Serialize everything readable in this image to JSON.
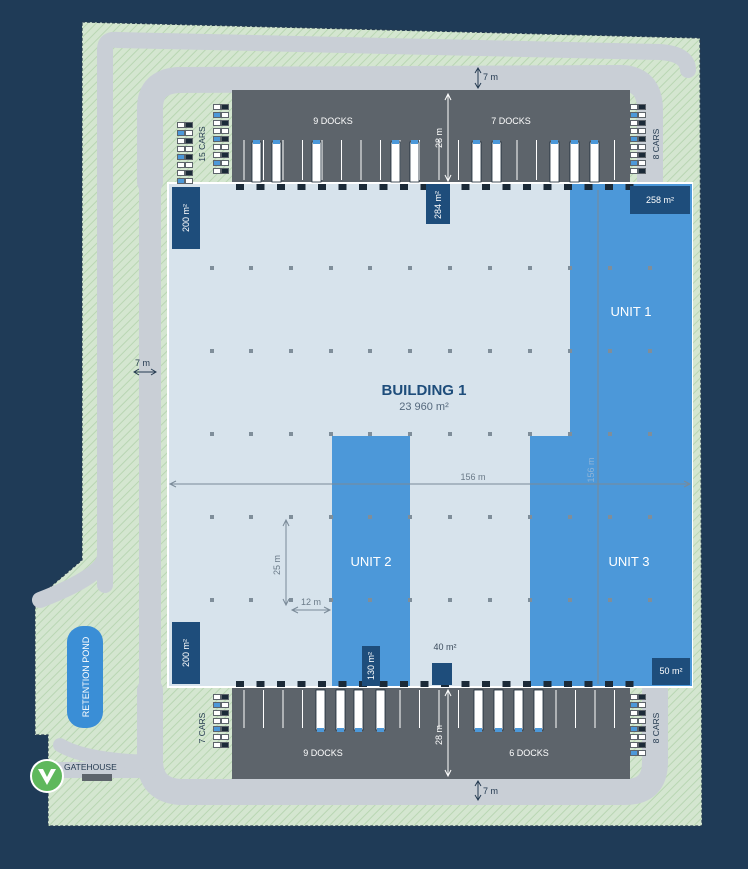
{
  "building": {
    "name": "BUILDING 1",
    "area": "23 960 m²"
  },
  "units": {
    "unit1": "UNIT 1",
    "unit2": "UNIT 2",
    "unit3": "UNIT 3"
  },
  "areas": {
    "top_left_office": "200 m²",
    "top_mid_office": "284 m²",
    "top_right_office": "258 m²",
    "bottom_left_office": "200 m²",
    "bottom_unit2_office": "130 m²",
    "bottom_small": "40 m²",
    "bottom_right_office": "50 m²"
  },
  "docks": {
    "top_left": "9 DOCKS",
    "top_right": "7 DOCKS",
    "bottom_left": "9 DOCKS",
    "bottom_right": "6 DOCKS"
  },
  "parking": {
    "top_left": "15 CARS",
    "top_right": "8 CARS",
    "bottom_left": "7 CARS",
    "bottom_right": "8 CARS"
  },
  "dimensions": {
    "top_setback": "7 m",
    "bottom_setback": "7 m",
    "left_setback": "7 m",
    "top_yard_depth": "28 m",
    "bottom_yard_depth": "28 m",
    "building_width": "156 m",
    "building_depth": "156 m",
    "grid_x": "12 m",
    "grid_y": "25 m"
  },
  "site": {
    "retention_pond": "RETENTION POND",
    "gatehouse": "GATEHOUSE"
  },
  "colors": {
    "background": "#1f3b57",
    "landscape": "#cfe3cc",
    "road": "#c9cfd6",
    "yard": "#5d646b",
    "building": "#d7e3ec",
    "unit": "#4c98d9",
    "office": "#1e4d7b",
    "pond": "#3a8ed6",
    "logo": "#5fb85c"
  }
}
